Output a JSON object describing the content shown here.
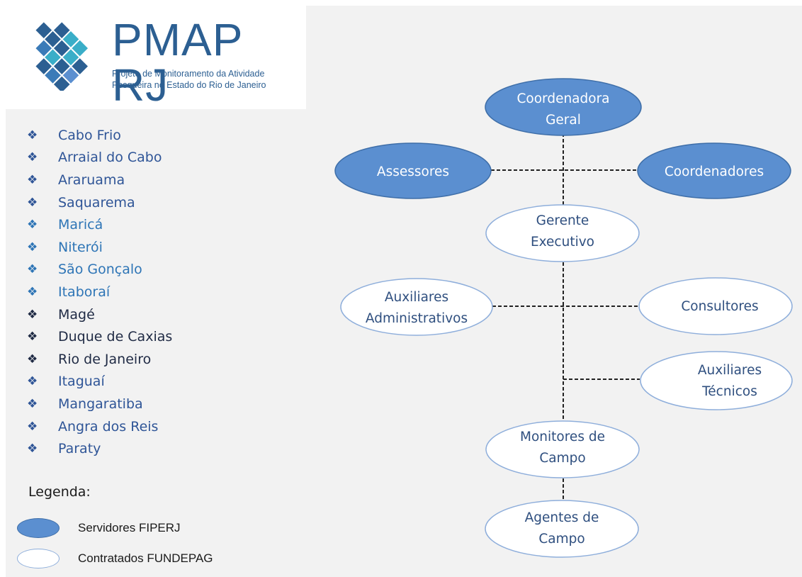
{
  "header": {
    "title": "PMAP RJ",
    "subtitle_line1": "Projeto de Monitoramento da Atividade",
    "subtitle_line2": "Pesqueira no Estado do Rio de Janeiro"
  },
  "cities": [
    {
      "name": "Cabo Frio"
    },
    {
      "name": "Arraial do Cabo"
    },
    {
      "name": "Araruama"
    },
    {
      "name": "Saquarema"
    },
    {
      "name": "Maricá"
    },
    {
      "name": "Niterói"
    },
    {
      "name": "São Gonçalo"
    },
    {
      "name": "Itaboraí"
    },
    {
      "name": "Magé"
    },
    {
      "name": "Duque de Caxias"
    },
    {
      "name": "Rio de Janeiro"
    },
    {
      "name": "Itaguaí"
    },
    {
      "name": "Mangaratiba"
    },
    {
      "name": "Angra dos Reis"
    },
    {
      "name": "Paraty"
    }
  ],
  "legend": {
    "title": "Legenda:",
    "filled_label": "Servidores FIPERJ",
    "empty_label": "Contratados FUNDEPAG"
  },
  "org": {
    "coordenadora": {
      "line1": "Coordenadora",
      "line2": "Geral"
    },
    "assessores": {
      "line1": "Assessores"
    },
    "coordenadores": {
      "line1": "Coordenadores"
    },
    "gerente": {
      "line1": "Gerente",
      "line2": "Executivo"
    },
    "aux_admin": {
      "line1": "Auxiliares",
      "line2": "Administrativos"
    },
    "consultores": {
      "line1": "Consultores"
    },
    "aux_tec": {
      "line1": "Auxiliares",
      "line2": "Técnicos"
    },
    "monitores": {
      "line1": "Monitores de",
      "line2": "Campo"
    },
    "agentes": {
      "line1": "Agentes de",
      "line2": "Campo"
    }
  },
  "colors": {
    "filled": "#5b8fd0",
    "filled_border": "#3e6ea8",
    "empty_border": "#8eaedb",
    "title_blue": "#2c5f92",
    "node_text_dark": "#2f4f7f"
  }
}
